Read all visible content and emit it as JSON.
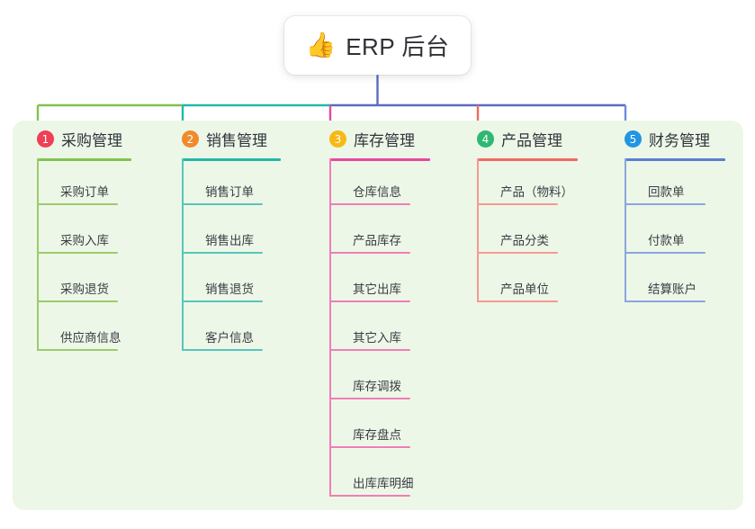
{
  "root": {
    "emoji": "👍",
    "emoji_name": "thumbs-up-icon",
    "title": "ERP 后台"
  },
  "palette": {
    "panel_bg": "#edf7e8",
    "card_bg": "#ffffff",
    "bus": "#5b6bc0",
    "green": "#82c250",
    "teal": "#22b9a6",
    "pink": "#e8489f",
    "red": "#f2695f",
    "blue": "#6b8ed6"
  },
  "branches": [
    {
      "index": "1",
      "label": "采购管理",
      "badge_color": "#ee4056",
      "line_color": "#82c250",
      "leaf_color": "#9ccb6b",
      "items": [
        "采购订单",
        "采购入库",
        "采购退货",
        "供应商信息"
      ]
    },
    {
      "index": "2",
      "label": "销售管理",
      "badge_color": "#f08a2c",
      "line_color": "#22b9a6",
      "leaf_color": "#56c6bb",
      "items": [
        "销售订单",
        "销售出库",
        "销售退货",
        "客户信息"
      ]
    },
    {
      "index": "3",
      "label": "库存管理",
      "badge_color": "#f6b915",
      "line_color": "#e8489f",
      "leaf_color": "#ef7fb5",
      "items": [
        "仓库信息",
        "产品库存",
        "其它出库",
        "其它入库",
        "库存调拨",
        "库存盘点",
        "出库库明细"
      ]
    },
    {
      "index": "4",
      "label": "产品管理",
      "badge_color": "#2eb872",
      "line_color": "#f2695f",
      "leaf_color": "#f59a91",
      "items": [
        "产品（物料）",
        "产品分类",
        "产品单位"
      ]
    },
    {
      "index": "5",
      "label": "财务管理",
      "badge_color": "#2196e3",
      "line_color": "#5b7fd0",
      "leaf_color": "#8aa6dd",
      "items": [
        "回款单",
        "付款单",
        "结算账户"
      ]
    }
  ]
}
